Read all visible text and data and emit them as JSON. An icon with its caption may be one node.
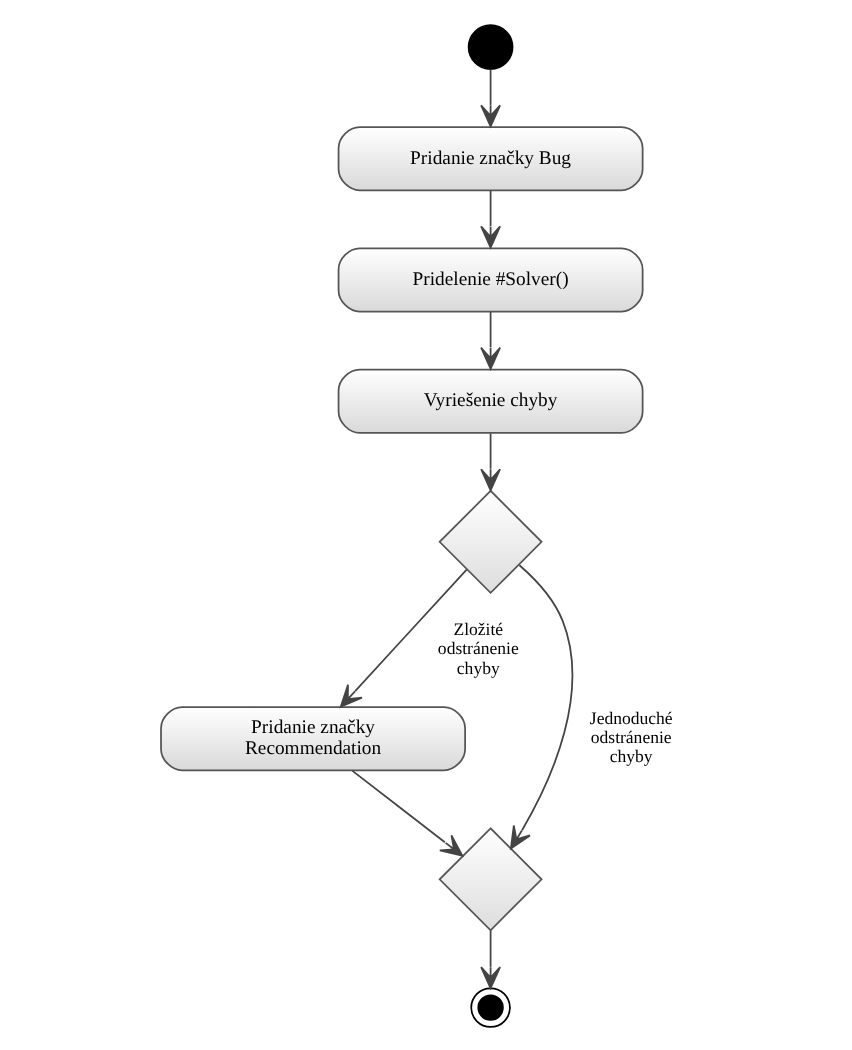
{
  "diagram": {
    "nodes": [
      {
        "text": [],
        "shape": "circle"
      },
      {
        "text": [
          "Pridanie značky Bug"
        ]
      },
      {
        "text": [
          "Pridelenie #Solver()"
        ]
      },
      {
        "text": [
          "Vyriešenie chyby"
        ]
      },
      {
        "text": [],
        "shape": "diamond"
      },
      {
        "text": [
          "Pridanie značky Recommendation"
        ]
      },
      {
        "text": [],
        "shape": "diamond"
      },
      {
        "text": [],
        "shape": "circle"
      }
    ],
    "edges": [
      {
        "from": 0,
        "to": 1,
        "arrow": "to"
      },
      {
        "from": 1,
        "to": 2,
        "arrow": "to"
      },
      {
        "from": 2,
        "to": 3,
        "arrow": "to"
      },
      {
        "from": 3,
        "to": 4,
        "arrow": "to"
      },
      {
        "from": 4,
        "to": 5,
        "arrow": "to",
        "label": "Zložité odstránenie chyby"
      },
      {
        "from": 4,
        "to": 6,
        "arrow": "to",
        "label": "Jednoduché odstránenie chyby"
      },
      {
        "from": 5,
        "to": 6,
        "arrow": "to"
      },
      {
        "from": 6,
        "to": 7,
        "arrow": "to"
      }
    ]
  }
}
